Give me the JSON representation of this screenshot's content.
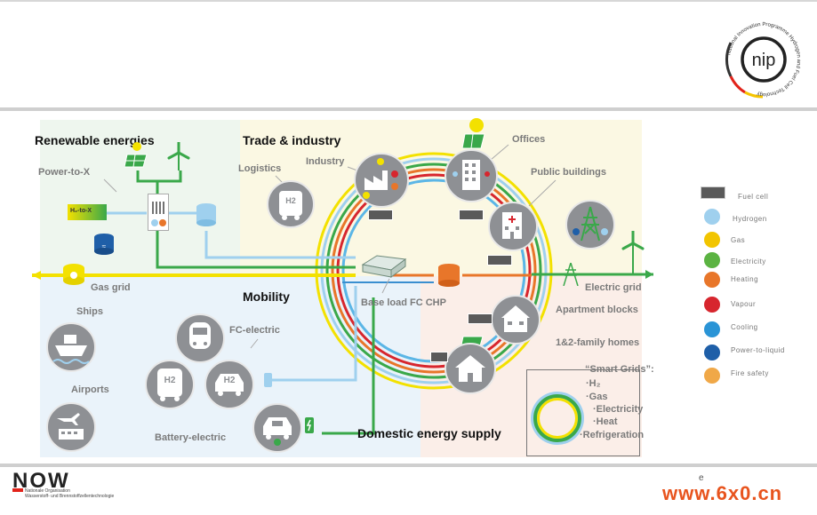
{
  "headings": {
    "renewable": "Renewable energies",
    "trade": "Trade & industry",
    "mobility": "Mobility",
    "domestic": "Domestic energy supply"
  },
  "labels": {
    "power_to_x": "Power-to-X",
    "h2_to_x": "H₂-to-X",
    "gas_grid": "Gas grid",
    "logistics": "Logistics",
    "industry": "Industry",
    "offices": "Offices",
    "public_buildings": "Public buildings",
    "electric_grid": "Electric grid",
    "base_load": "Base load FC CHP",
    "ships": "Ships",
    "airports": "Airports",
    "fc_electric": "FC-electric",
    "battery_electric": "Battery-electric",
    "apartment_blocks": "Apartment blocks",
    "family_homes": "1&2-family homes",
    "h2_badge": "H2"
  },
  "smart_grids": {
    "title": "“Smart Grids”:",
    "items": [
      "·H₂",
      "·Gas",
      "·Electricity",
      "·Heat",
      "·Refrigeration"
    ]
  },
  "legend": [
    {
      "label": "Fuel cell",
      "icon": "fuel-cell-icon",
      "color": "#5a5a5a"
    },
    {
      "label": "Hydrogen",
      "icon": "hydrogen-icon",
      "color": "#9fd0ee"
    },
    {
      "label": "Gas",
      "icon": "gas-flame-icon",
      "color": "#f2c500"
    },
    {
      "label": "Electricity",
      "icon": "lightning-icon",
      "color": "#5bb342"
    },
    {
      "label": "Heating",
      "icon": "heating-icon",
      "color": "#e8762a"
    },
    {
      "label": "Vapour",
      "icon": "vapour-icon",
      "color": "#d7262e"
    },
    {
      "label": "Cooling",
      "icon": "snowflake-icon",
      "color": "#2a94d6"
    },
    {
      "label": "Power-to-liquid",
      "icon": "power-to-liquid-icon",
      "color": "#1f5fa8"
    },
    {
      "label": "Fire safety",
      "icon": "fire-safety-icon",
      "color": "#f0a848"
    }
  ],
  "logo": {
    "nip_text": "nip",
    "nip_ring_text": "National Innovation Programme Hydrogen and Fuel Cell Technology",
    "now_text": "NOW",
    "now_sub1": "Nationale Organisation",
    "now_sub2": "Wasserstoff- und Brennstoffzellentechnologie"
  },
  "footer": {
    "watermark": "www.6x0.cn",
    "small_e": "e"
  },
  "colors": {
    "gas_line": "#f3e100",
    "electric_line": "#3aa84a",
    "hydrogen_line": "#9fd0ee",
    "heat_line": "#e8762a",
    "ring_red": "#d7262e",
    "ring_blue": "#5bb6e6"
  }
}
